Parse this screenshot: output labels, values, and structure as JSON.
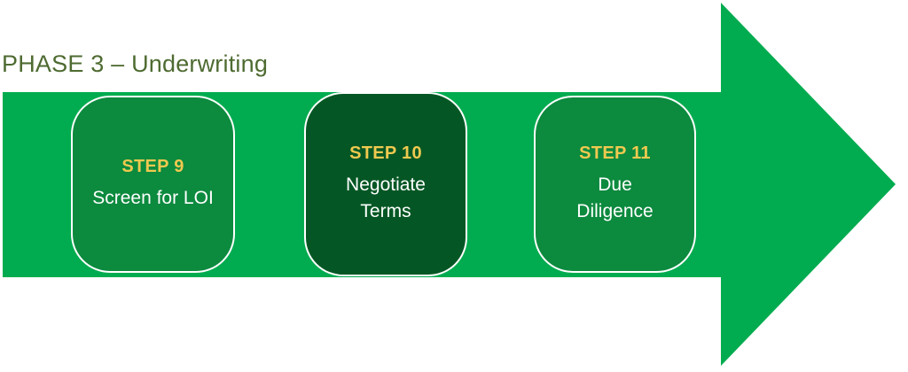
{
  "title": "PHASE 3 – Underwriting",
  "colors": {
    "arrow_green": "#00AC4F",
    "box_green": "#0C8A3E",
    "box_dark_green": "#045724",
    "step_label_yellow": "#F0C94F",
    "title_green": "#4E6B31",
    "box_border": "#FFFFFF",
    "step_text": "#FFFFFF",
    "background": "#FFFFFF"
  },
  "steps": [
    {
      "label": "STEP 9",
      "description": "Screen for LOI"
    },
    {
      "label": "STEP 10",
      "description": "Negotiate\nTerms"
    },
    {
      "label": "STEP 11",
      "description": "Due\nDiligence"
    }
  ]
}
